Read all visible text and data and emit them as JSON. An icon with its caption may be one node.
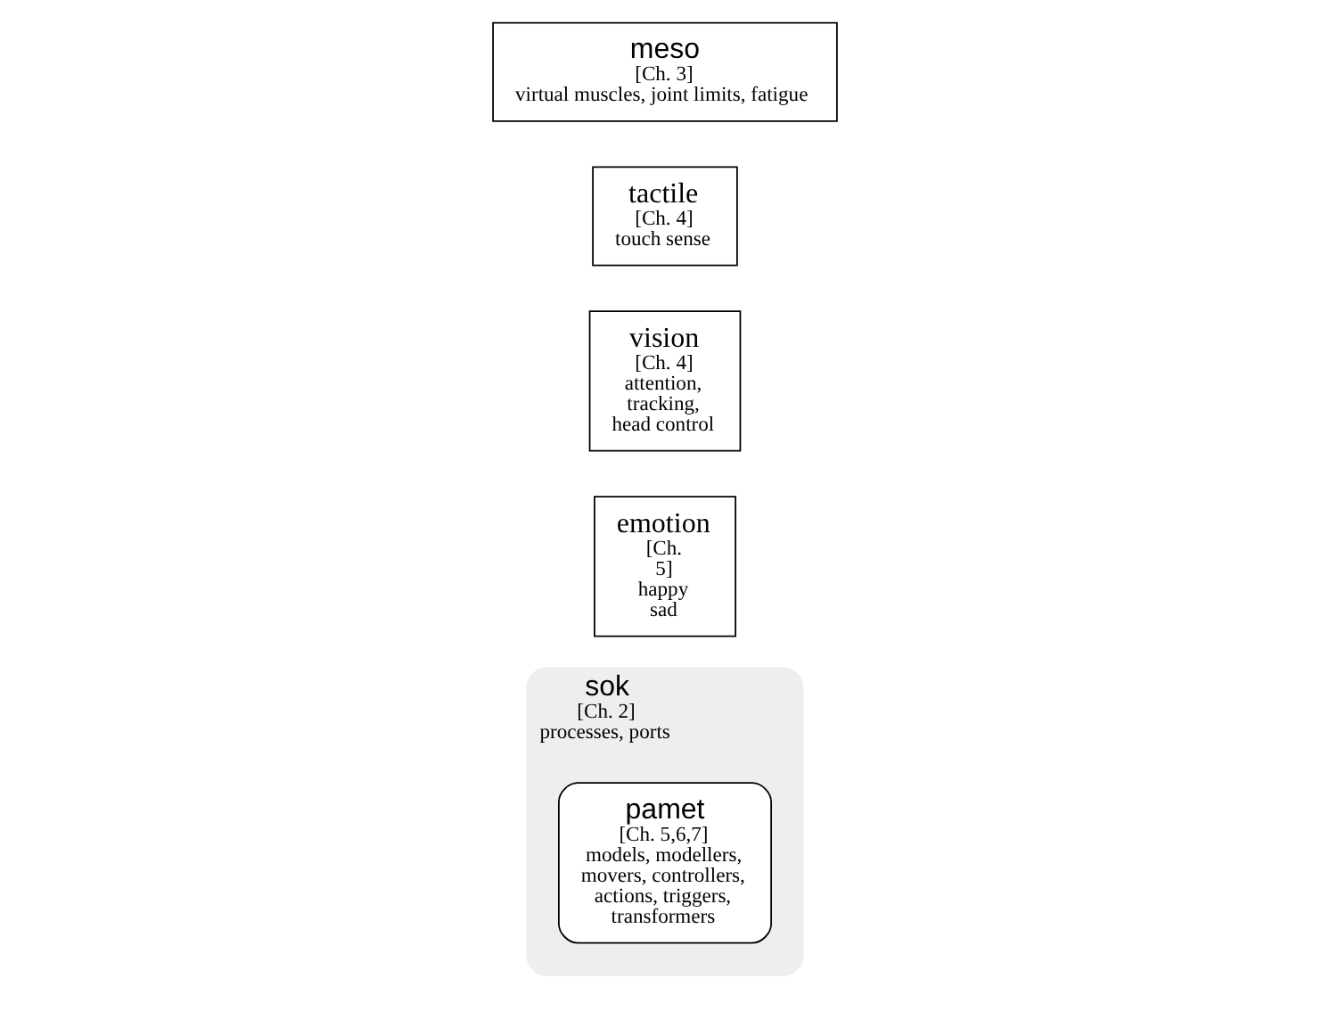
{
  "diagram": {
    "nodes": [
      {
        "text": [
          "sok",
          "[Ch. 2]",
          "processes, ports"
        ]
      },
      {
        "text": [
          "emotion",
          "[Ch. 5]",
          "happy sad"
        ]
      },
      {
        "text": [
          "pamet",
          "[Ch. 5,6,7]",
          "models, modellers, movers, controllers, actions, triggers, transformers"
        ],
        "in": 0
      },
      {
        "text": [
          "vision",
          "[Ch. 4]",
          "attention, tracking, head control"
        ]
      },
      {
        "text": [
          "tactile",
          "[Ch. 4]",
          "touch sense"
        ]
      },
      {
        "text": [
          "meso",
          "[Ch. 3]",
          "virtual muscles, joint limits, fatigue"
        ]
      }
    ]
  }
}
